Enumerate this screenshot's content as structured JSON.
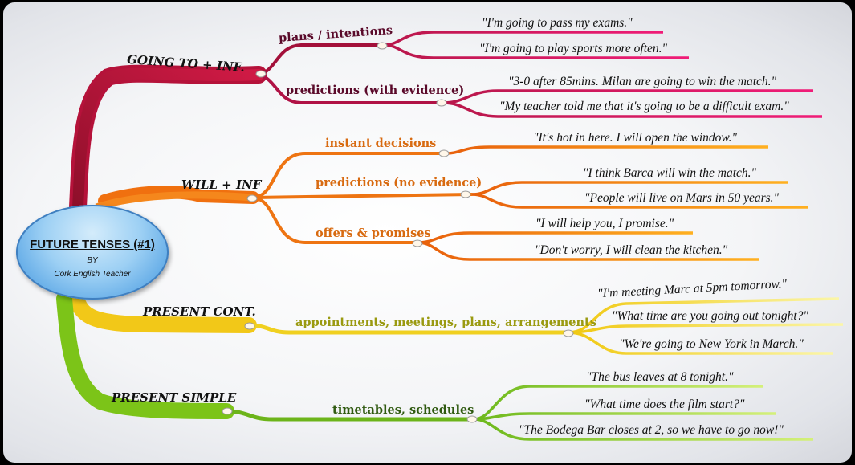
{
  "center": {
    "title": "FUTURE TENSES (#1)",
    "by": "BY",
    "author": "Cork English Teacher"
  },
  "colors": {
    "going_to": "#c8173f",
    "going_to_sub": "#e0125f",
    "will": "#f07d10",
    "will_text": "#d86a10",
    "present_cont": "#f2d41a",
    "present_cont_text": "#9a9a10",
    "present_simple": "#86cc1c",
    "present_simple_text": "#2f5a10",
    "center_fill": "#8fc8f2"
  },
  "branches": {
    "going_to": {
      "label": "GOING TO + INF.",
      "subs": {
        "plans": {
          "label": "plans / intentions",
          "examples": [
            "\"I'm going to pass my exams.\"",
            "\"I'm going to play sports more often.\""
          ]
        },
        "predictions": {
          "label": "predictions (with evidence)",
          "examples": [
            "\"3-0 after 85mins. Milan are going to win the match.\"",
            "\"My teacher told me that it's going to be a difficult exam.\""
          ]
        }
      }
    },
    "will": {
      "label": "WILL + INF",
      "subs": {
        "instant": {
          "label": "instant decisions",
          "examples": [
            "\"It's hot in here. I will open the window.\""
          ]
        },
        "predictions": {
          "label": "predictions (no evidence)",
          "examples": [
            "\"I think Barca will win the match.\"",
            "\"People will live on Mars in 50 years.\""
          ]
        },
        "offers": {
          "label": "offers & promises",
          "examples": [
            "\"I will help you, I promise.\"",
            "\"Don't worry, I will clean the kitchen.\""
          ]
        }
      }
    },
    "present_cont": {
      "label": "PRESENT CONT.",
      "subs": {
        "appointments": {
          "label": "appointments, meetings, plans, arrangements",
          "examples": [
            "\"I'm meeting Marc at 5pm tomorrow.\"",
            "\"What time are you going out tonight?\"",
            "\"We're going to New York in March.\""
          ]
        }
      }
    },
    "present_simple": {
      "label": "PRESENT SIMPLE",
      "subs": {
        "timetables": {
          "label": "timetables, schedules",
          "examples": [
            "\"The bus leaves at 8 tonight.\"",
            "\"What time does the film start?\"",
            "\"The Bodega Bar closes at 2, so we have to go now!\""
          ]
        }
      }
    }
  }
}
